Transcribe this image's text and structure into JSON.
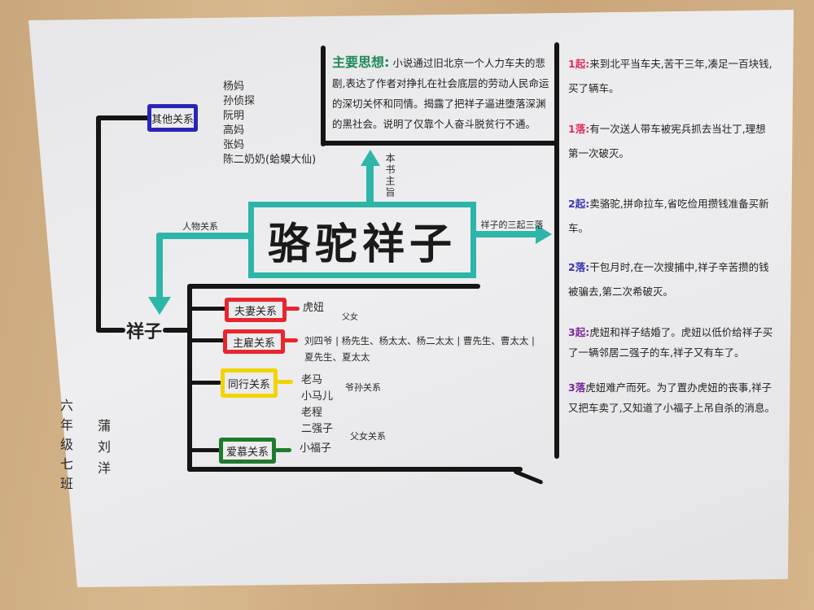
{
  "title": "骆驼祥子",
  "theme": {
    "heading": "主要思想:",
    "text": "小说通过旧北京一个人力车夫的悲剧,表达了作者对挣扎在社会底层的劳动人民命运的深切关怀和同情。揭露了把祥子逼进堕落深渊的黑社会。说明了仅靠个人奋斗脱贫行不通。"
  },
  "arrows": {
    "up": "本书主旨",
    "left": "人物关系",
    "right": "祥子的三起三落"
  },
  "protagonist": "祥子",
  "other_relations": {
    "label": "其他关系",
    "names": [
      "杨妈",
      "孙侦探",
      "阮明",
      "高妈",
      "张妈",
      "陈二奶奶(蛤蟆大仙)"
    ]
  },
  "relations": [
    {
      "label": "夫妻关系",
      "color": "#e8262e",
      "people": [
        "虎妞"
      ]
    },
    {
      "label": "主雇关系",
      "color": "#e8262e",
      "people": [
        "刘四爷 | 杨先生、杨太太、杨二太太 | 曹先生、曹太太 |",
        "夏先生、夏太太"
      ]
    },
    {
      "label": "同行关系",
      "color": "#f0d400",
      "people": [
        "老马",
        "小马儿",
        "老程"
      ]
    },
    {
      "label": "爱慕关系",
      "color": "#1f7a30",
      "people": [
        "二强子",
        "小福子"
      ]
    }
  ],
  "notes": {
    "father_daughter_1": "父女",
    "grandfather_grandson": "爷孙关系",
    "father_daughter_2": "父女关系"
  },
  "ups_downs": [
    {
      "label": "1起:",
      "color": "#e0305a",
      "text": "来到北平当车夫,苦干三年,凑足一百块钱,买了辆车。"
    },
    {
      "label": "1落:",
      "color": "#e0305a",
      "text": "有一次送人带车被宪兵抓去当壮丁,理想第一次破灭。"
    },
    {
      "label": "2起:",
      "color": "#3a35b0",
      "text": "卖骆驼,拼命拉车,省吃俭用攒钱准备买新车。"
    },
    {
      "label": "2落:",
      "color": "#3a35b0",
      "text": "干包月时,在一次搜捕中,祥子辛苦攒的钱被骗去,第二次希破灭。"
    },
    {
      "label": "3起:",
      "color": "#7a2a9a",
      "text": "虎妞和祥子结婚了。虎妞以低价给祥子买了一辆邻居二强子的车,祥子又有车了。"
    },
    {
      "label": "3落",
      "color": "#7a2a9a",
      "text": "虎妞难产而死。为了置办虎妞的丧事,祥子又把车卖了,又知道了小福子上吊自杀的消息。"
    }
  ],
  "author": {
    "class": "六年级七班",
    "name": "蒲刘洋"
  }
}
